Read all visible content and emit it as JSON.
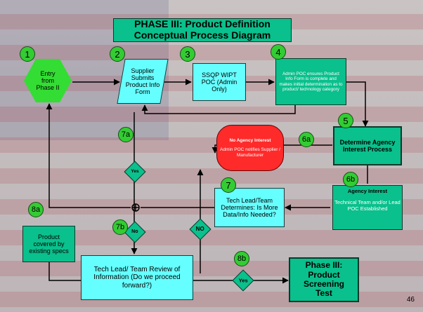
{
  "title": {
    "line1": "PHASE III: Product Definition",
    "line2": "Conceptual Process Diagram"
  },
  "nodes": {
    "entry": "Entry from Phase II",
    "supplier": "Supplier Submits Product Info Form",
    "ssqp": "SSQP WIPT POC (Admin Only)",
    "admin": "Admin POC ensures Product Info Form is complete and makes initial determination as to product/ technology category",
    "determine": "Determine Agency Interest Process",
    "no_interest_title": "No Agency Interest",
    "no_interest_body": "Admin POC notifies Supplier / Manufacturer",
    "agency_interest_title": "Agency Interest",
    "agency_interest_body": "Technical Team and/or Lead POC Established",
    "techlead_determines": "Tech Lead/Team Determines: Is More Data/Info Needed?",
    "covered": "Product covered by existing specs",
    "review": "Tech Lead/ Team Review of Information (Do we proceed forward?)",
    "screening": "Phase III: Product Screening Test",
    "yes_top": "Yes",
    "no_small": "No",
    "no_big": "NO",
    "yes_bottom": "Yes"
  },
  "step_numbers": {
    "n1": "1",
    "n2": "2",
    "n3": "3",
    "n4": "4",
    "n5": "5",
    "n6a": "6a",
    "n6b": "6b",
    "n7": "7",
    "n7a": "7a",
    "n7b": "7b",
    "n8a": "8a",
    "n8b": "8b"
  },
  "page_number": "46",
  "colors": {
    "cyan": "#66ffff",
    "green": "#0ac08c",
    "red": "#ff2a2a",
    "circle": "#33cc33"
  }
}
